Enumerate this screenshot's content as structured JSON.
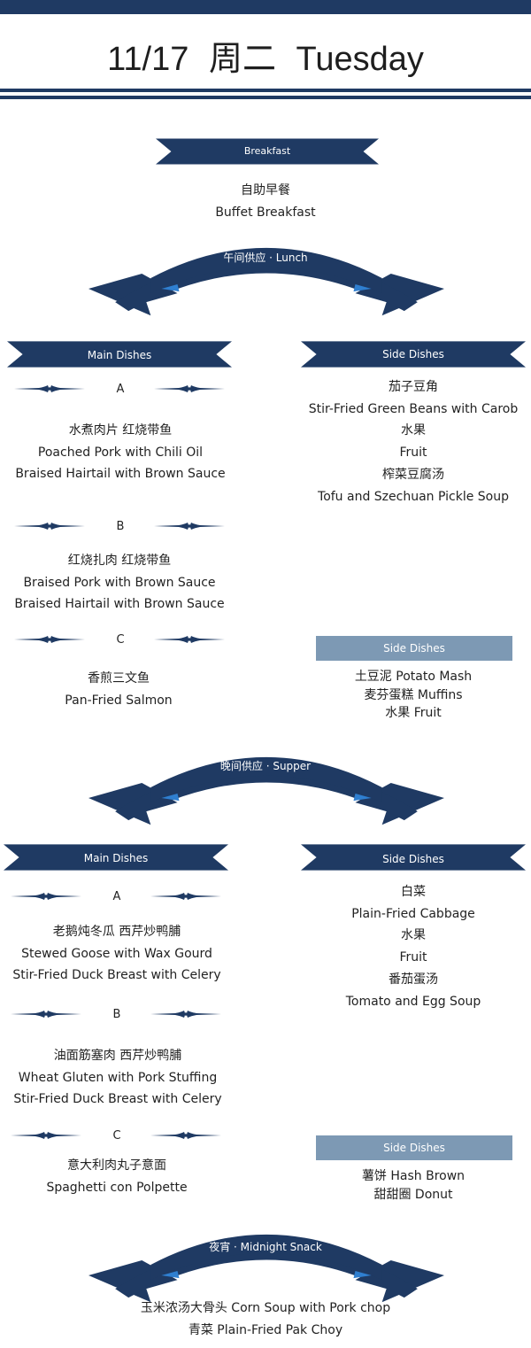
{
  "header": {
    "date": "11/17",
    "weekday_cn": "周二",
    "weekday_en": "Tuesday"
  },
  "colors": {
    "navy": "#1f3a63",
    "accent_blue": "#2f7fd0",
    "gray_bar": "#7d99b4"
  },
  "breakfast": {
    "label": "Breakfast",
    "items": [
      "自助早餐",
      "Buffet Breakfast"
    ]
  },
  "lunch": {
    "label": "午间供应 · Lunch",
    "main_label": "Main Dishes",
    "side_label": "Side Dishes",
    "options": [
      {
        "letter": "A",
        "lines": [
          "水煮肉片  红烧带鱼",
          "Poached Pork with Chili Oil",
          "Braised Hairtail with Brown Sauce"
        ]
      },
      {
        "letter": "B",
        "lines": [
          "红烧扎肉  红烧带鱼",
          "Braised Pork with Brown Sauce",
          "Braised Hairtail with Brown Sauce"
        ]
      },
      {
        "letter": "C",
        "lines": [
          "香煎三文鱼",
          "Pan-Fried Salmon"
        ]
      }
    ],
    "sides": [
      "茄子豆角",
      "Stir-Fried Green Beans with Carob",
      "水果",
      "Fruit",
      "榨菜豆腐汤",
      "Tofu and Szechuan Pickle Soup"
    ],
    "side2_label": "Side Dishes",
    "sides2": [
      "土豆泥 Potato Mash",
      "麦芬蛋糕 Muffins",
      "水果 Fruit"
    ]
  },
  "supper": {
    "label": "晚间供应 · Supper",
    "main_label": "Main Dishes",
    "side_label": "Side Dishes",
    "options": [
      {
        "letter": "A",
        "lines": [
          "老鹅炖冬瓜  西芹炒鸭脯",
          "Stewed Goose with Wax Gourd",
          "Stir-Fried Duck Breast with Celery"
        ]
      },
      {
        "letter": "B",
        "lines": [
          "油面筋塞肉  西芹炒鸭脯",
          "Wheat Gluten with Pork Stuffing",
          "Stir-Fried Duck Breast with Celery"
        ]
      },
      {
        "letter": "C",
        "lines": [
          "意大利肉丸子意面",
          "Spaghetti con Polpette"
        ]
      }
    ],
    "sides": [
      "白菜",
      "Plain-Fried Cabbage",
      "水果",
      "Fruit",
      "番茄蛋汤",
      "Tomato and Egg Soup"
    ],
    "side2_label": "Side Dishes",
    "sides2": [
      "薯饼 Hash Brown",
      "甜甜圈 Donut"
    ]
  },
  "midnight": {
    "label": "夜宵  · Midnight Snack",
    "items": [
      "玉米浓汤大骨头 Corn Soup with Pork chop",
      "青菜 Plain-Fried Pak Choy"
    ]
  }
}
